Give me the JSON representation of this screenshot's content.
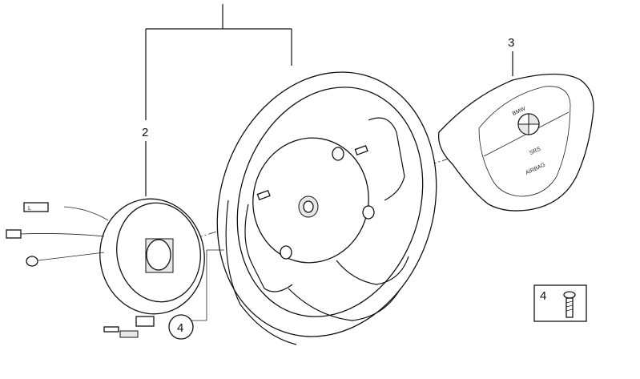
{
  "callouts": {
    "bracket_top": "",
    "spiral_spring": "2",
    "airbag_module": "3",
    "screw_circle": "4",
    "screw_box": "4"
  },
  "airbag_text": {
    "brand": "BMW",
    "line1": "SRS",
    "line2": "AIRBAG"
  },
  "connector_letter": "L",
  "colors": {
    "line": "#111111",
    "background": "#ffffff",
    "fill": "#e8e8e8"
  }
}
